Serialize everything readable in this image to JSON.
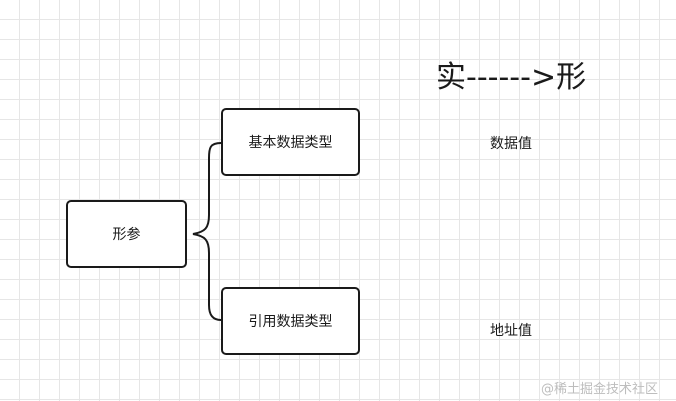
{
  "diagram": {
    "heading": "实------>形",
    "root": {
      "label": "形参"
    },
    "branches": [
      {
        "label": "基本数据类型",
        "value": "数据值"
      },
      {
        "label": "引用数据类型",
        "value": "地址值"
      }
    ],
    "line_color": "#1a1a1a"
  },
  "watermark": "@稀土掘金技术社区"
}
